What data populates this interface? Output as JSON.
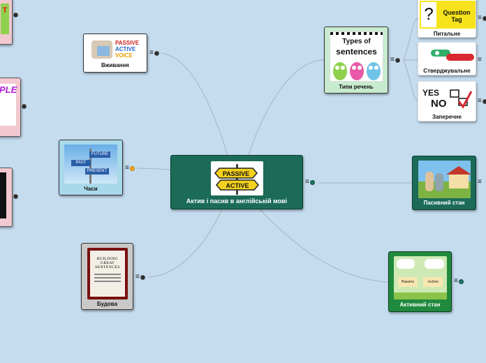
{
  "central": {
    "title": "Актив і пасив в англійській мові",
    "sign_top": "PASSIVE",
    "sign_bottom": "ACTIVE"
  },
  "nodes": {
    "vzhyvannia": {
      "label": "Вживання",
      "img_passive": "PASSIVE",
      "img_active": "ACTIVE",
      "img_voice": "VOICE"
    },
    "tyty": {
      "label": "Типи речень",
      "img_line1": "Types of",
      "img_line2": "sentences"
    },
    "pytalne": {
      "label": "Питальне",
      "img_text": "Question Tag"
    },
    "stverdzh": {
      "label": "Стверджувальне"
    },
    "zaperech": {
      "label": "Заперечне",
      "img_yes": "YES",
      "img_no": "NO"
    },
    "chasy": {
      "label": "Часи",
      "sign1": "FUTURE",
      "sign2": "PAST",
      "sign3": "PRESENT"
    },
    "pasyvnyi": {
      "label": "Пасивний стан"
    },
    "budova": {
      "label": "Будова",
      "book_line1": "BUILDING",
      "book_line2": "GREAT",
      "book_line3": "SENTENCES"
    },
    "aktyvnyi": {
      "label": "Активний стан",
      "img_left": "Passive",
      "img_right": "Active"
    }
  },
  "edge_snippets": {
    "left_top": "T",
    "left_mid": "PLE"
  },
  "colors": {
    "background": "#c5dcef",
    "central_fill": "#1b6b58",
    "link": "#a7b2bb",
    "chasy_fill": "#a8d9ea",
    "tyty_fill": "#c8ebcf",
    "pasyvnyi_fill": "#1b6b58",
    "aktyvnyi_fill": "#1f8a3d",
    "budova_fill": "#c9c9c9",
    "edge_fill": "#f2c9d0"
  },
  "icons": [
    "menu-icon",
    "globe-icon",
    "question-badge-icon"
  ]
}
